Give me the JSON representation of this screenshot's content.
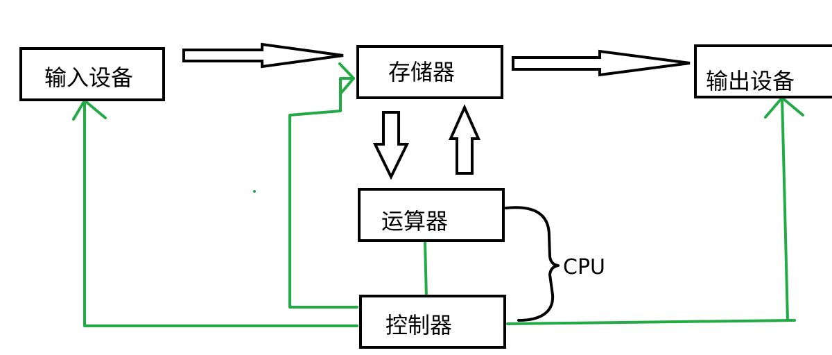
{
  "boxes": {
    "input_device": "输入设备",
    "memory": "存储器",
    "output_device": "输出设备",
    "alu": "运算器",
    "controller": "控制器"
  },
  "cpu_label": "CPU",
  "colors": {
    "box_stroke": "#000000",
    "control_line": "#22aa44"
  }
}
